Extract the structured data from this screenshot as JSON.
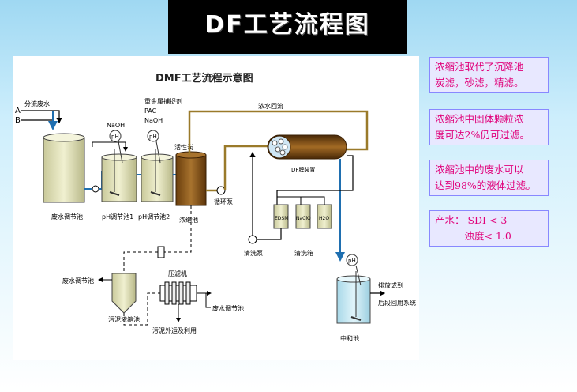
{
  "slide_title": "DF工艺流程图",
  "diagram": {
    "title": "DMF工艺流程示意图",
    "inputs": {
      "label": "分流废水",
      "a": "A",
      "b": "B"
    },
    "chemicals": {
      "naoh1": "NaOH",
      "naoh2": "NaOH",
      "metal": "重金属捕捉剂",
      "pac": "PAC",
      "carbon": "活性炭"
    },
    "ph_labels": [
      "pH",
      "pH",
      "pH"
    ],
    "tanks": {
      "waste_adjust": "废水调节池",
      "ph1": "pH调节池1",
      "ph2": "pH调节池2",
      "concentrate": "浓缩池",
      "sludge": "污泥浓缩池",
      "neutral": "中和池"
    },
    "pumps": {
      "circulation": "循环泵",
      "cleaning": "清洗泵"
    },
    "df_device": "DF膜装置",
    "concentrate_return": "浓水回流",
    "clean_tank": "清洗箱",
    "chem_drums": [
      "EDSM",
      "NaClO",
      "H2O"
    ],
    "filter_press": "压滤机",
    "left_return": "废水调节池",
    "press_return": "废水调节池",
    "sludge_out": "污泥外运及利用",
    "discharge": [
      "排放或到",
      "后段回用系统"
    ]
  },
  "notes": [
    [
      "浓缩池取代了沉降池",
      "炭滤，砂滤，精滤。"
    ],
    [
      "浓缩池中固体颗粒浓",
      "度可达2%仍可过滤。"
    ],
    [
      "浓缩池中的废水可以",
      "达到98%的液体过滤。"
    ],
    [
      "产水：  SDI < 3",
      "　　　浊度< 1.0"
    ]
  ],
  "colors": {
    "pipe": "#9a7a2a",
    "water_pipe": "#1f6fb0",
    "tank_fill": "#e6e6b8",
    "conc_fill": "#8b5a1a",
    "note_text": "#e0007a"
  }
}
